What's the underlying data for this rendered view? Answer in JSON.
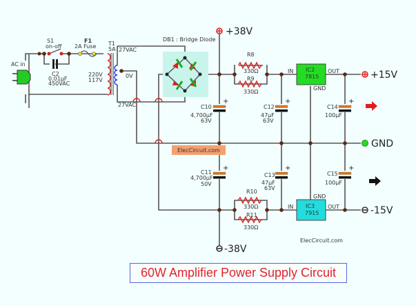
{
  "title": "60W Amplifier Power Supply Circuit",
  "watermarks": [
    "ElecCircuit.com",
    "ElecCircuit.com"
  ],
  "colors": {
    "wire": "#555555",
    "node": "#5a2a12",
    "resistor": "#e02020",
    "cap_plate": "#e07020",
    "reg_pos": "#22dd22",
    "reg_neg": "#22dddd",
    "bridge_bg": "#c8f4ec",
    "primary": "#e02020",
    "secondary": "#2233dd",
    "title": "#e0242a",
    "title_border": "#5566dd",
    "gnd_terminal": "#22cc22"
  },
  "input": {
    "ac_label": "AC in"
  },
  "switch": {
    "name": "S1",
    "desc": "on-off"
  },
  "fuse": {
    "name": "F1",
    "desc": "2A Fuse"
  },
  "cap_c2": {
    "name": "C2",
    "value": "0.01µF",
    "voltage": "450VAC"
  },
  "transformer": {
    "name": "T1",
    "rating": "5A",
    "primary_1": "220V",
    "primary_2": "117V",
    "sec_top": "27VAC",
    "sec_center": "0V",
    "sec_bottom": "27VAC"
  },
  "bridge": {
    "label": "DB1 : Bridge Diode"
  },
  "rails": {
    "pos38": "+38V",
    "neg38": "-38V",
    "pos15": "+15V",
    "neg15": "-15V",
    "gnd": "GND"
  },
  "resistors": [
    {
      "name": "R8",
      "value": "330Ω"
    },
    {
      "name": "R9",
      "value": "330Ω"
    },
    {
      "name": "R10",
      "value": "330Ω"
    },
    {
      "name": "R11",
      "value": "330Ω"
    }
  ],
  "capacitors": {
    "c10": {
      "name": "C10",
      "value": "4,700µF",
      "voltage": "63V"
    },
    "c11": {
      "name": "C11",
      "value": "4,700µF",
      "voltage": "50V"
    },
    "c12": {
      "name": "C12",
      "value": "47µF",
      "voltage": "63V"
    },
    "c13": {
      "name": "C13",
      "value": "47µF",
      "voltage": "63V"
    },
    "c14": {
      "name": "C14",
      "value": "100µF"
    },
    "c15": {
      "name": "C15",
      "value": "100µF"
    }
  },
  "ic2": {
    "name": "IC2",
    "part": "7815",
    "in": "IN",
    "out": "OUT",
    "gnd": "GND"
  },
  "ic3": {
    "name": "IC3",
    "part": "7915",
    "in": "IN",
    "out": "OUT",
    "gnd": "GND"
  },
  "plus_sign": "+"
}
